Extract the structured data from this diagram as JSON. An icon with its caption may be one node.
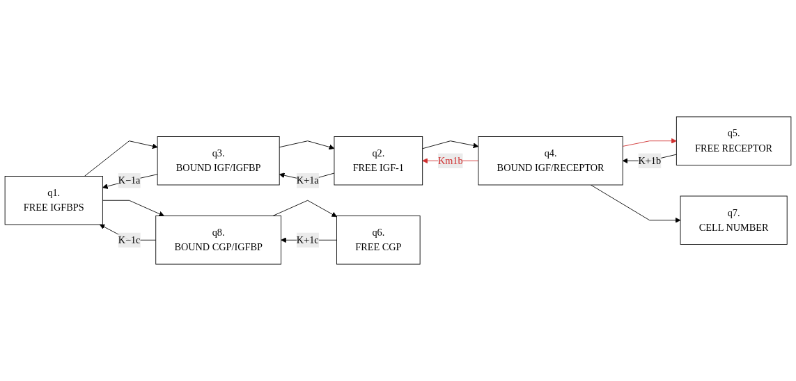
{
  "diagram": {
    "nodes": [
      {
        "text": [
          "q1.",
          "FREE IGFBPS"
        ]
      },
      {
        "text": [
          "q2.",
          "FREE IGF-1"
        ]
      },
      {
        "text": [
          "q3.",
          "BOUND IGF/IGFBP"
        ]
      },
      {
        "text": [
          "q7.",
          "CELL NUMBER"
        ]
      },
      {
        "text": [
          "q4.",
          "BOUND IGF/RECEPTOR"
        ]
      },
      {
        "text": [
          "q5.",
          "FREE RECEPTOR"
        ]
      },
      {
        "text": [
          "q8.",
          "BOUND CGP/IGFBP"
        ]
      },
      {
        "text": [
          "q6.",
          "FREE CGP"
        ]
      }
    ],
    "edges": [
      {
        "from": 2,
        "to": 0,
        "arrow": "to",
        "label": "K−1a"
      },
      {
        "from": 2,
        "to": 1,
        "arrow": "to"
      },
      {
        "from": 0,
        "to": 2,
        "arrow": "to"
      },
      {
        "from": 1,
        "to": 2,
        "arrow": "to",
        "label": "K+1a"
      },
      {
        "from": 4,
        "to": 1,
        "arrow": "to",
        "label": "Km1b",
        "color": "#d03030"
      },
      {
        "from": 4,
        "to": 5,
        "arrow": "to",
        "color": "#d03030"
      },
      {
        "from": 1,
        "to": 4,
        "arrow": "to"
      },
      {
        "from": 5,
        "to": 4,
        "arrow": "to",
        "label": "K+1b"
      },
      {
        "from": 4,
        "to": 3,
        "arrow": "to"
      },
      {
        "from": 6,
        "to": 0,
        "arrow": "to",
        "label": "K−1c"
      },
      {
        "from": 6,
        "to": 7,
        "arrow": "to"
      },
      {
        "from": 0,
        "to": 6,
        "arrow": "to"
      },
      {
        "from": 7,
        "to": 6,
        "arrow": "to",
        "label": "K+1c"
      }
    ]
  }
}
